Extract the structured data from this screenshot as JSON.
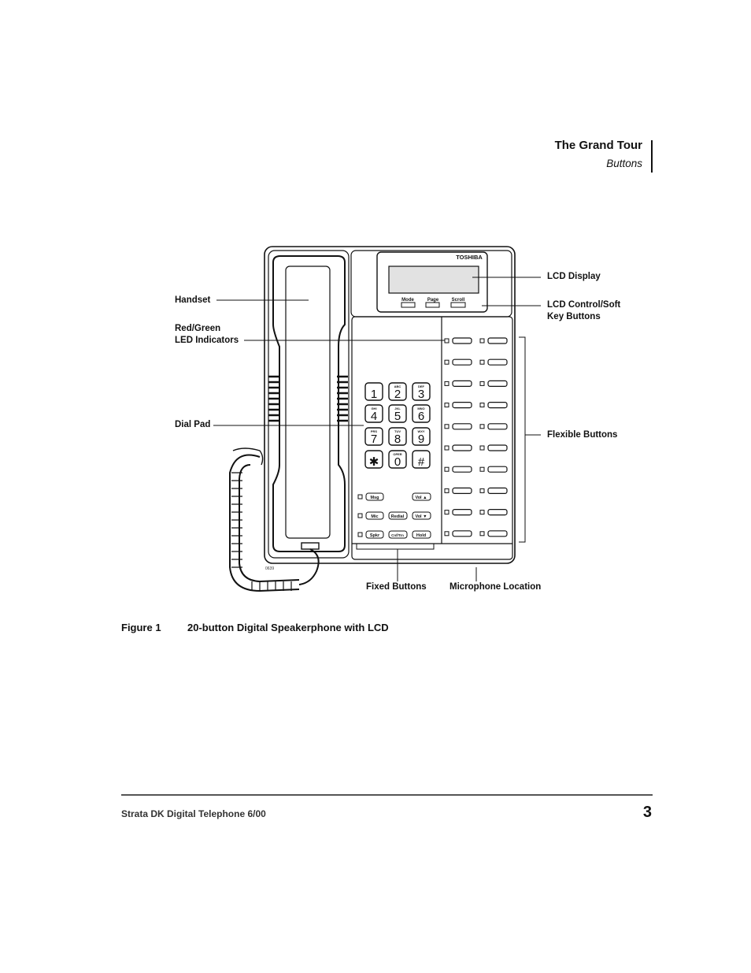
{
  "header": {
    "title": "The Grand Tour",
    "subtitle": "Buttons"
  },
  "figure": {
    "brand": "TOSHIBA",
    "soft_keys": [
      "Mode",
      "Page",
      "Scroll"
    ],
    "dial_keys": [
      {
        "digit": "1",
        "letters": ""
      },
      {
        "digit": "2",
        "letters": "ABC"
      },
      {
        "digit": "3",
        "letters": "DEF"
      },
      {
        "digit": "4",
        "letters": "GHI"
      },
      {
        "digit": "5",
        "letters": "JKL"
      },
      {
        "digit": "6",
        "letters": "MNO"
      },
      {
        "digit": "7",
        "letters": "PRS"
      },
      {
        "digit": "8",
        "letters": "TUV"
      },
      {
        "digit": "9",
        "letters": "WXY"
      },
      {
        "digit": "✱",
        "letters": ""
      },
      {
        "digit": "0",
        "letters": "OPER"
      },
      {
        "digit": "#",
        "letters": ""
      }
    ],
    "fixed_keys": [
      {
        "left": "Msg",
        "right": "Vol ▲"
      },
      {
        "left": "Mic",
        "mid": "Redial",
        "right": "Vol ▼"
      },
      {
        "left": "Spkr",
        "mid": "Cnf/Trn",
        "right": "Hold"
      }
    ],
    "code": "0639",
    "callouts": {
      "lcd_display": "LCD Display",
      "lcd_control_line1": "LCD Control/Soft",
      "lcd_control_line2": "Key Buttons",
      "handset": "Handset",
      "led_line1": "Red/Green",
      "led_line2": "LED Indicators",
      "dial_pad": "Dial Pad",
      "flexible_buttons": "Flexible  Buttons",
      "fixed_buttons": "Fixed Buttons",
      "microphone_location": "Microphone Location"
    },
    "caption_label": "Figure 1",
    "caption_text": "20-button Digital Speakerphone with LCD"
  },
  "footer": {
    "text": "Strata DK Digital Telephone   6/00",
    "page_number": "3"
  }
}
